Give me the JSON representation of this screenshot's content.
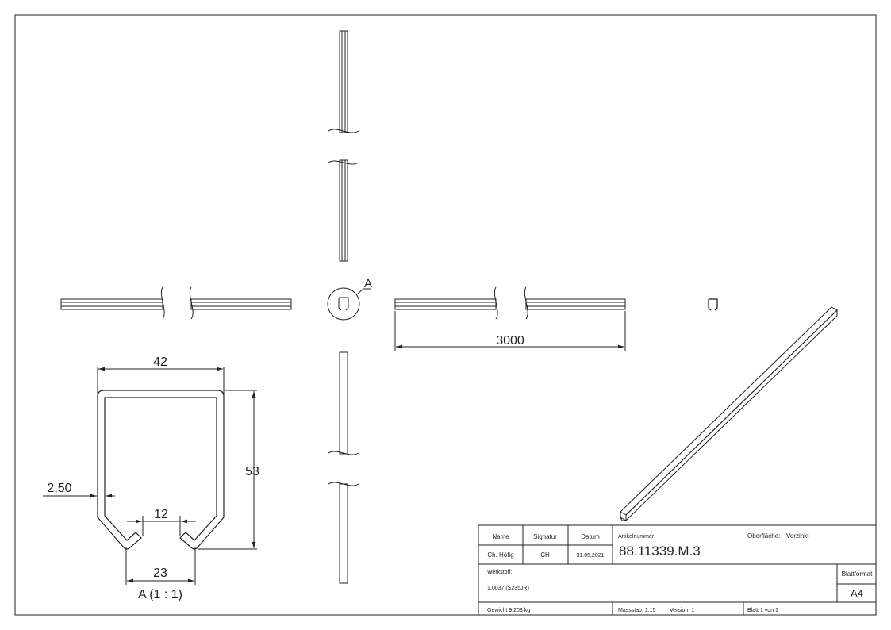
{
  "dimensions": {
    "length": "3000",
    "width": "42",
    "height": "53",
    "wall": "2,50",
    "slot_inner": "12",
    "slot_outer": "23"
  },
  "views": {
    "detail_callout": "A",
    "detail_caption": "A (1 : 1)"
  },
  "title_block": {
    "name_label": "Name",
    "signature_label": "Signatur",
    "date_label": "Datum",
    "name": "Ch. Höfig",
    "signature": "CH",
    "date": "31.05.2021",
    "article_label": "Artikelnummer",
    "article_number": "88.11339.M.3",
    "surface_label": "Oberfläche:",
    "surface_value": "Verzinkt",
    "material_label": "Werkstoff:",
    "material_value": "1.0037 (S235JR)",
    "format_label": "Blattformat",
    "format_value": "A4",
    "weight": "Gewicht 9.203 kg",
    "scale": "Massstab: 1:15",
    "version": "Version: 1",
    "sheet": "Blatt 1 von 1"
  }
}
